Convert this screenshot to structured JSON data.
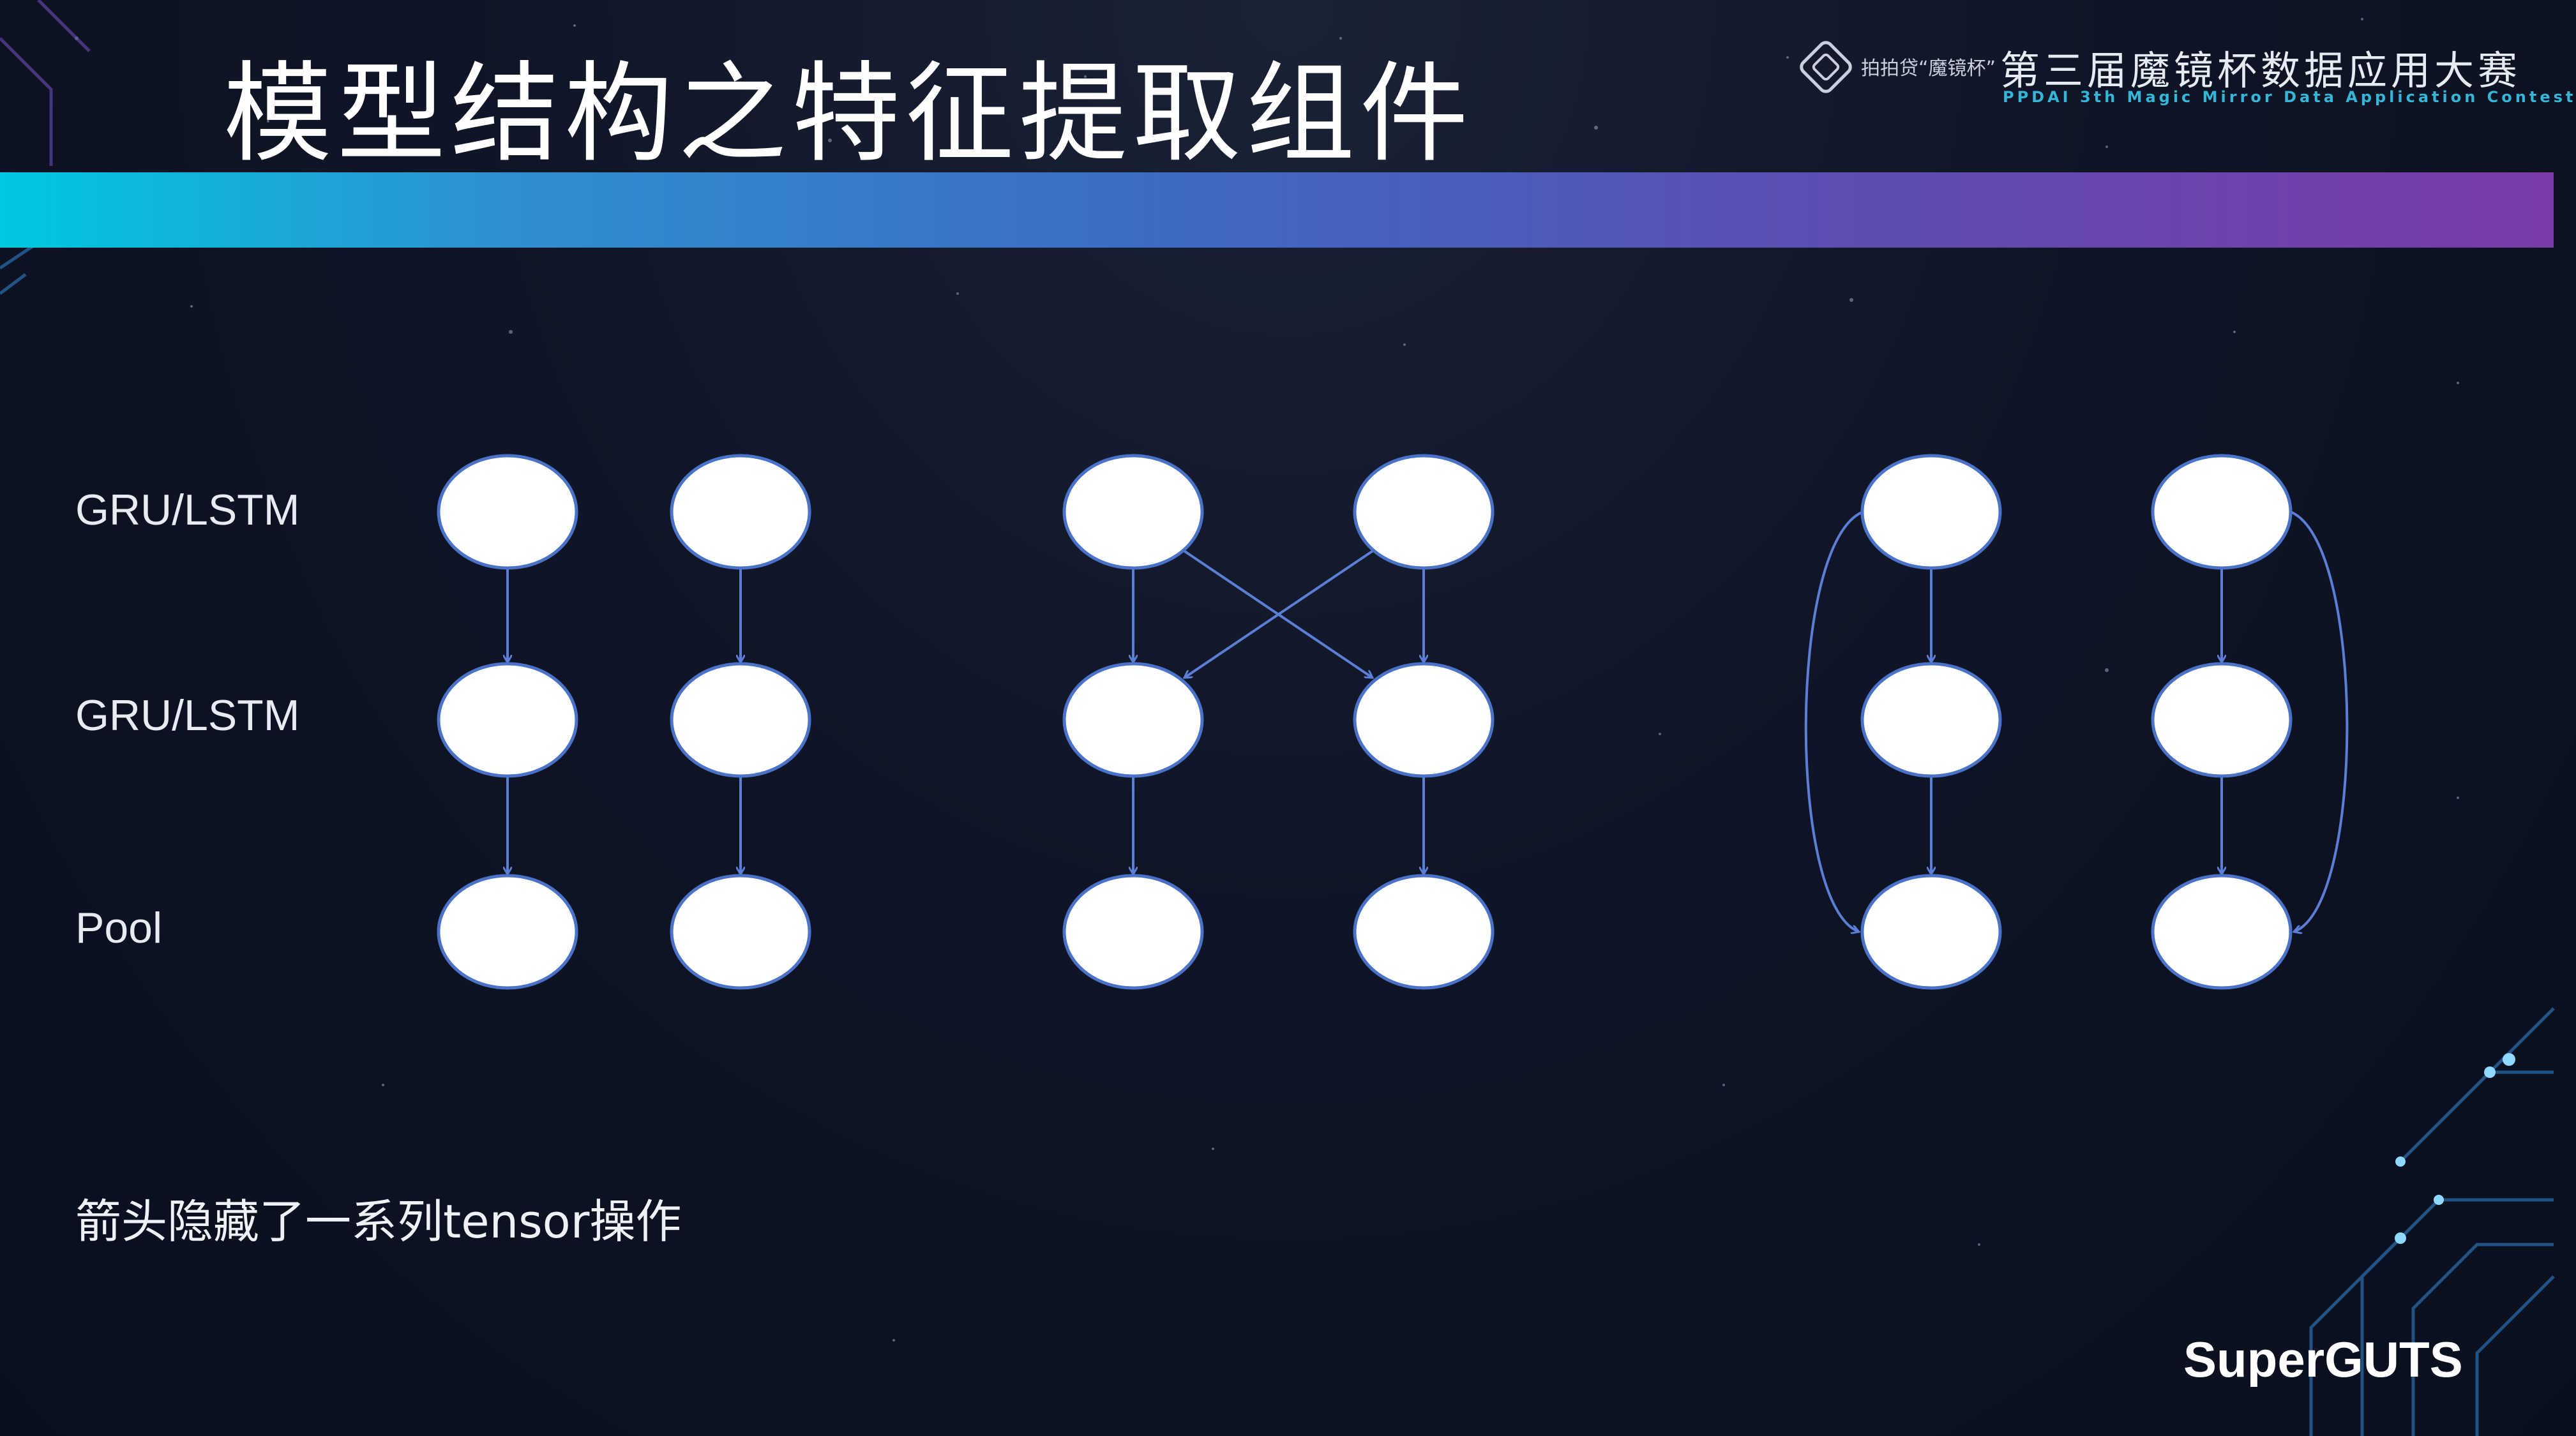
{
  "slide": {
    "title": "模型结构之特征提取组件",
    "note": "箭头隐藏了一系列tensor操作",
    "brand": "SuperGUTS"
  },
  "contest": {
    "logo_name": "拍拍贷“魔镜杯”",
    "title_cn": "第三届魔镜杯数据应用大赛",
    "title_en": "PPDAI 3th Magic Mirror Data Application Contest"
  },
  "rows": [
    {
      "label": "GRU/LSTM"
    },
    {
      "label": "GRU/LSTM"
    },
    {
      "label": "Pool"
    }
  ],
  "colors": {
    "node_fill": "#ffffff",
    "node_stroke": "#4a72c8",
    "arrow": "#5b7fd6",
    "band_start": "#00c8e0",
    "band_end": "#7a3aa8"
  }
}
